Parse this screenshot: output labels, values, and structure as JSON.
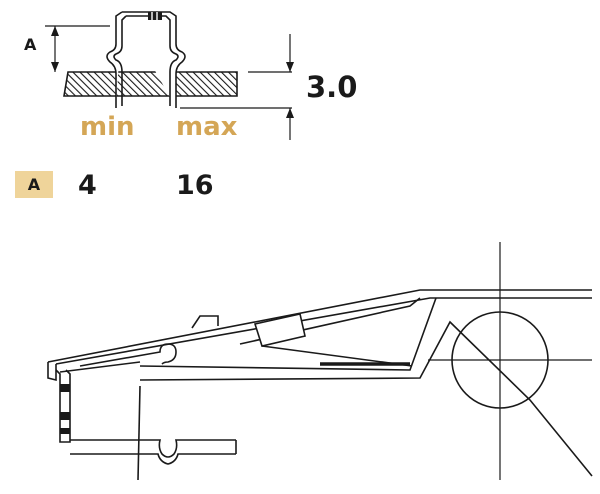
{
  "labels": {
    "dimension_letter": "A",
    "dimension_value": "3.0",
    "min_header": "min",
    "max_header": "max"
  },
  "table": {
    "row_label": "A",
    "min_value": "4",
    "max_value": "16"
  },
  "colors": {
    "accent": "#d4a656",
    "badge_bg": "#efd49a",
    "ink": "#1a1a1a"
  }
}
